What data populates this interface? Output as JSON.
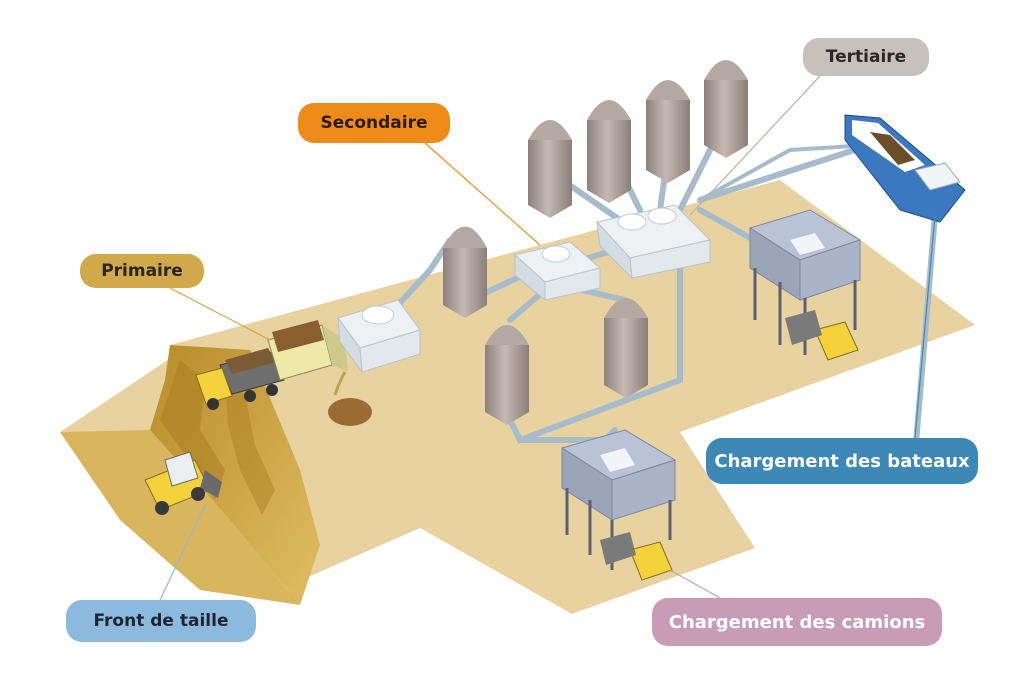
{
  "labels": {
    "primaire": "Primaire",
    "secondaire": "Secondaire",
    "tertiaire": "Tertiaire",
    "front_de_taille": "Front de taille",
    "chargement_camions": "Chargement des camions",
    "chargement_bateaux": "Chargement des bateaux"
  },
  "colors": {
    "ground": "#e8d3a0",
    "quarry_wall": "#c9a54a",
    "silo": "#a59a93",
    "pipe": "#a7bccb",
    "truck_yellow": "#f5d94a",
    "primaire": "#cfa94a",
    "secondaire": "#ee8c1a",
    "tertiaire": "#c7c0bb",
    "front_de_taille": "#8cb9de",
    "chargement_camions": "#c99cb5",
    "chargement_bateaux": "#3d88b5"
  }
}
